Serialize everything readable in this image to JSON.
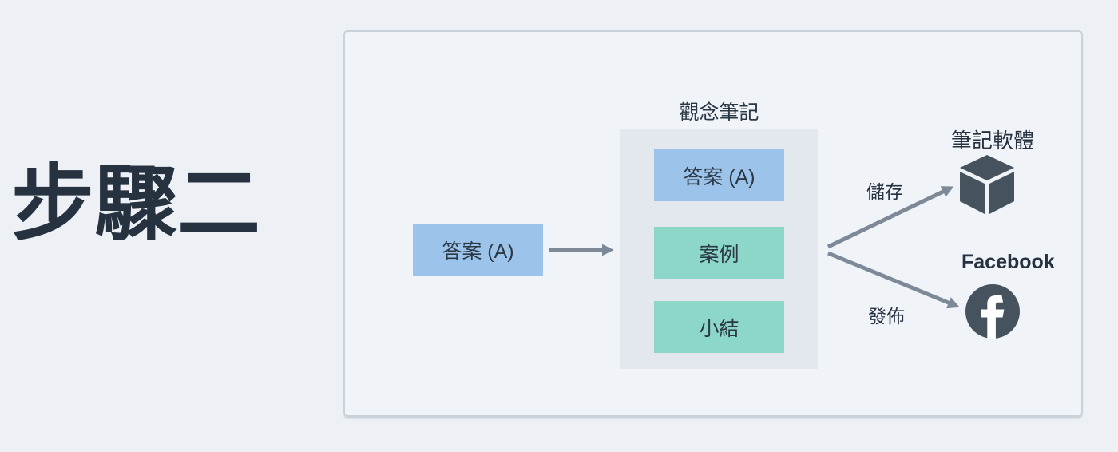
{
  "title": "步驟二",
  "diagram": {
    "input_box": {
      "label": "答案 (A)"
    },
    "note_group": {
      "label": "觀念筆記",
      "items": [
        {
          "label": "答案 (A)",
          "color": "#9cc4ea"
        },
        {
          "label": "案例",
          "color": "#8dd7c8"
        },
        {
          "label": "小結",
          "color": "#8dd7c8"
        }
      ]
    },
    "flows": {
      "save": {
        "label": "儲存",
        "target": "筆記軟體",
        "icon": "cube-icon"
      },
      "publish": {
        "label": "發佈",
        "target": "Facebook",
        "icon": "facebook-icon"
      }
    },
    "colors": {
      "background": "#edf1f5",
      "panel_background": "#f0f3f7",
      "panel_border": "#c9d2da",
      "group_background": "#e3e8ef",
      "blue_box": "#9cc4ea",
      "green_box": "#8dd7c8",
      "arrow": "#7d8997",
      "icon_slate": "#46535f",
      "text_dark": "#26323f"
    }
  }
}
